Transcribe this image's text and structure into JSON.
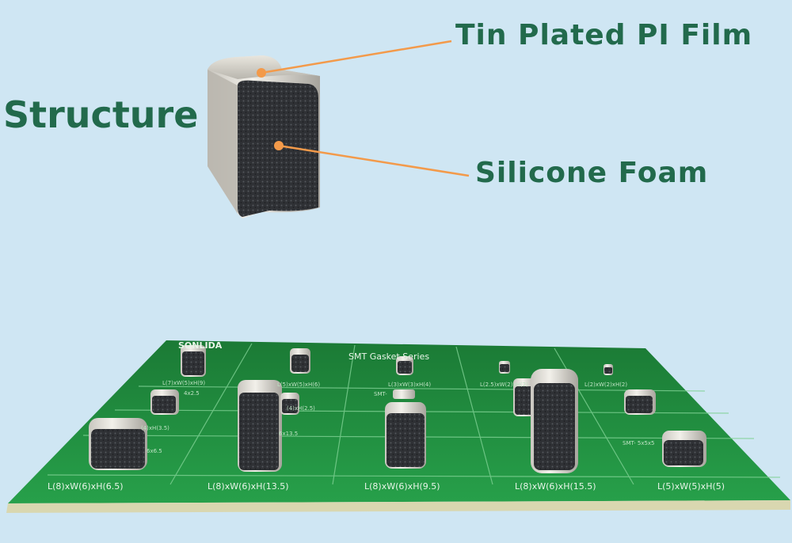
{
  "title": "Structure",
  "callouts": {
    "tin_plated": "Tin Plated PI Film",
    "silicone_foam": "Silicone Foam"
  },
  "colors": {
    "background": "#cfe6f3",
    "label_text": "#226a4c",
    "callout_line": "#f39a4a",
    "pcb_green": "#1f8a3c"
  },
  "board": {
    "header_left": "SONLIDA",
    "header_series": "SMT Gasket Series",
    "row_labels": [
      "L(8)xW(6)xH(6.5)",
      "L(8)xW(6)xH(13.5)",
      "L(8)xW(6)xH(9.5)",
      "L(8)xW(6)xH(15.5)",
      "L(5)xW(5)xH(5)"
    ],
    "mid_labels": [
      "(4)xH(2.5)",
      "4x2.5",
      "6x13.5",
      "SMT-",
      "(4)xH(3.5)",
      "6x6.5",
      "SMT- 5x5x5"
    ],
    "top_labels": [
      "L(7)xW(5)xH(9)",
      "L(5)xW(5)xH(6)",
      "L(3)xW(3)xH(4)",
      "L(2.5)xW(2)xH(2)",
      "L(2)xW(2)xH(2)"
    ]
  }
}
